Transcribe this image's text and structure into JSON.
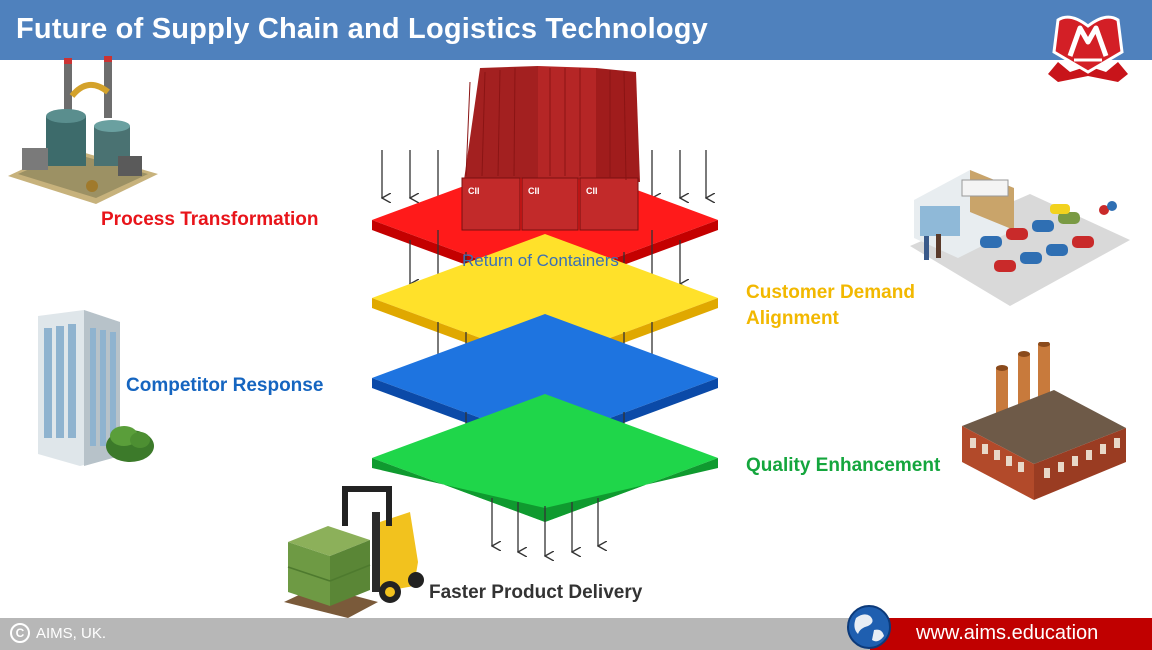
{
  "header": {
    "title": "Future of Supply Chain and Logistics Technology"
  },
  "diagram": {
    "center_label": "Return of Containers",
    "labels": {
      "process": "Process Transformation",
      "competitor": "Competitor Response",
      "customer": "Customer Demand Alignment",
      "quality": "Quality Enhancement",
      "delivery": "Faster Product Delivery"
    },
    "colors": {
      "red": "#ff0000",
      "yellow": "#ffd500",
      "blue": "#1167d6",
      "green": "#15c03a",
      "process_text": "#e8141a",
      "competitor_text": "#1565c0",
      "customer_text": "#f2b800",
      "quality_text": "#14a63d",
      "delivery_text": "#333333"
    }
  },
  "footer": {
    "copyright": "AIMS, UK.",
    "website": "www.aims.education"
  }
}
